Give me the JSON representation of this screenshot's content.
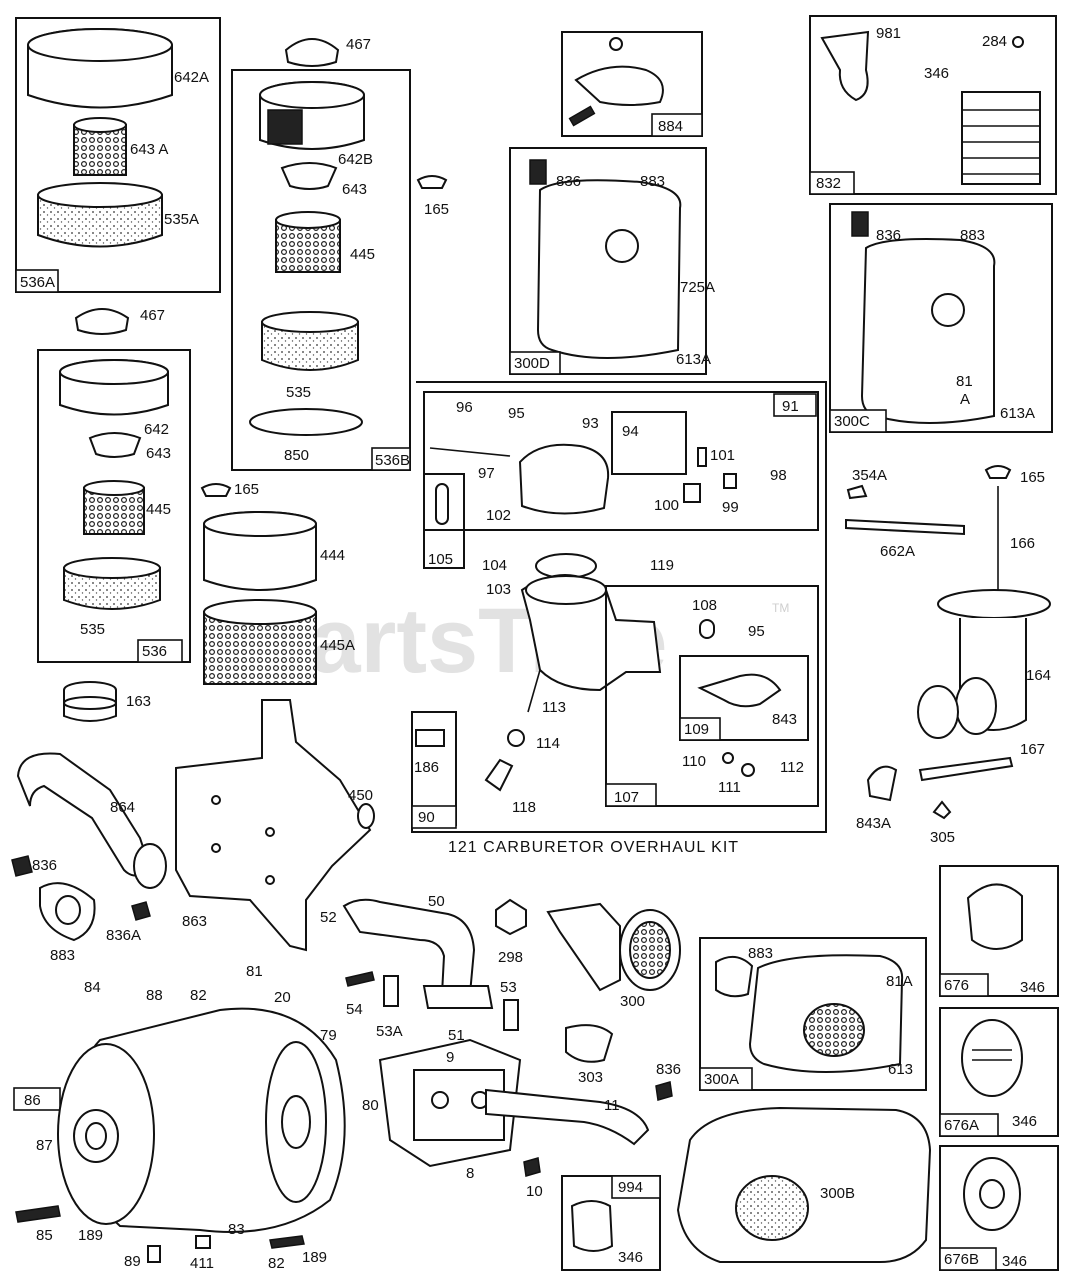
{
  "watermark": {
    "text": "PartsTree",
    "tm": "TM"
  },
  "caption": "121 CARBURETOR OVERHAUL KIT",
  "kit_tags": {
    "t536A": "536A",
    "t536B": "536B",
    "t536": "536",
    "t884": "884",
    "t832": "832",
    "t300D": "300D",
    "t300C": "300C",
    "t91": "91",
    "t105": "105",
    "t107": "107",
    "t109": "109",
    "t90": "90",
    "t86": "86",
    "t300A": "300A",
    "t676": "676",
    "t676A": "676A",
    "t676B": "676B",
    "t994": "994"
  },
  "labels": {
    "l642A": "642A",
    "l643A": "643 A",
    "l535A": "535A",
    "l467a": "467",
    "l642B": "642B",
    "l643b": "643",
    "l445b": "445",
    "l535b": "535",
    "l850": "850",
    "l165a": "165",
    "l467b": "467",
    "l642": "642",
    "l643c": "643",
    "l445c": "445",
    "l535c": "535",
    "l165b": "165",
    "l444": "444",
    "l445A": "445A",
    "l163": "163",
    "l836a": "836",
    "l883a": "883",
    "l725A": "725A",
    "l613Aa": "613A",
    "l981": "981",
    "l284": "284",
    "l346a": "346",
    "l836b": "836",
    "l883b": "883",
    "l81": "81",
    "lA": "A",
    "l613Ab": "613A",
    "l96": "96",
    "l95a": "95",
    "l93": "93",
    "l94": "94",
    "l101": "101",
    "l97": "97",
    "l98": "98",
    "l100": "100",
    "l99": "99",
    "l102": "102",
    "l104": "104",
    "l119": "119",
    "l103": "103",
    "l108": "108",
    "l95b": "95",
    "l113": "113",
    "l843": "843",
    "l114": "114",
    "l110": "110",
    "l112": "112",
    "l111": "111",
    "l186": "186",
    "l118": "118",
    "l354A": "354A",
    "l165c": "165",
    "l662A": "662A",
    "l166": "166",
    "l164": "164",
    "l167": "167",
    "l843A": "843A",
    "l305": "305",
    "l864": "864",
    "l836c": "836",
    "l883c": "883",
    "l836A": "836A",
    "l863": "863",
    "l450": "450",
    "l50": "50",
    "l52": "52",
    "l298": "298",
    "l300": "300",
    "l54": "54",
    "l53": "53",
    "l53A": "53A",
    "l51": "51",
    "l303": "303",
    "l883d": "883",
    "l81A": "81A",
    "l613": "613",
    "l84": "84",
    "l88": "88",
    "l81b": "81",
    "l82a": "82",
    "l20": "20",
    "l79": "79",
    "l80": "80",
    "l9": "9",
    "l11": "11",
    "l836d": "836",
    "l87": "87",
    "l8": "8",
    "l10": "10",
    "l300B": "300B",
    "l83": "83",
    "l85": "85",
    "l189a": "189",
    "l89": "89",
    "l411": "411",
    "l82b": "82",
    "l189b": "189",
    "l346b": "346",
    "l346c": "346",
    "l346d": "346",
    "l346e": "346"
  }
}
